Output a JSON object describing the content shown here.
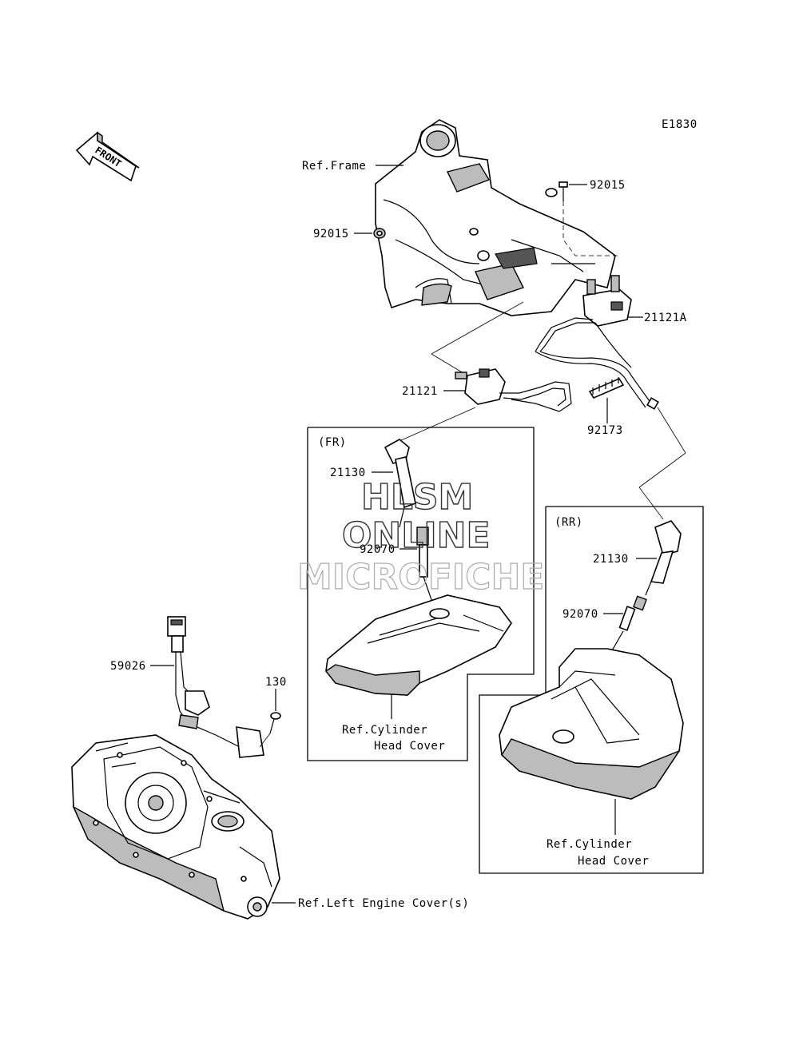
{
  "diagram_id": "E1830",
  "front_badge": "FRONT",
  "watermark": {
    "line1": "HLSM",
    "line2": "ONLINE",
    "line3": "MICROFICHE"
  },
  "panels": {
    "front": "(FR)",
    "rear": "(RR)"
  },
  "callouts": {
    "ref_frame": "Ref.Frame",
    "bolt_top": "92015",
    "nut_left": "92015",
    "coil_rear": "21121A",
    "coil_front": "21121",
    "clamp": "92173",
    "cap_front": "21130",
    "plug_front": "92070",
    "cap_rear": "21130",
    "plug_rear": "92070",
    "head_front_1": "Ref.Cylinder",
    "head_front_2": "Head Cover",
    "head_rear_1": "Ref.Cylinder",
    "head_rear_2": "Head Cover",
    "sensor": "59026",
    "screw": "130",
    "engine_cover": "Ref.Left Engine Cover(s)"
  },
  "colors": {
    "line": "#000000",
    "shading": "#bcbcbc",
    "background": "#ffffff"
  }
}
